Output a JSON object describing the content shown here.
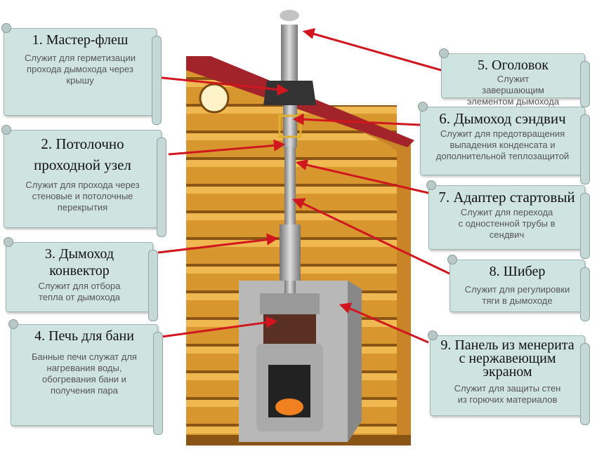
{
  "callouts": [
    {
      "title": "1. Мастер-флеш",
      "desc": "Служит для герметизации прохода дымохода через крышу"
    },
    {
      "title": "2. Потолочно проходной узел",
      "desc": "Служит для прохода через стеновые и потолочные перекрытия"
    },
    {
      "title": "3. Дымоход конвектор",
      "desc": "Служит для отбора тепла от дымохода"
    },
    {
      "title": "4. Печь для бани",
      "desc": "Банные печи служат для нагревания воды, обогревания бани и получения пара"
    },
    {
      "title": "5. Оголовок",
      "desc": "Служит завершающим элементом дымохода"
    },
    {
      "title": "6. Дымоход сэндвич",
      "desc": "Служит для предотвращения выпадения конденсата и дополнительной теплозащитой"
    },
    {
      "title": "7. Адаптер стартовый",
      "desc": "Служит для перехода с одностенной трубы в сендвич"
    },
    {
      "title": "8. Шибер",
      "desc": "Служит для регулировки тяги в дымоходе"
    },
    {
      "title": "9. Панель из менерита с нержавеющим экраном",
      "desc": "Служит для защиты стен из горючих материалов"
    }
  ],
  "colors": {
    "arrow": "#d0161e",
    "card": "#cfe3e1",
    "roof": "#a3232a",
    "log": "#d8962e"
  }
}
